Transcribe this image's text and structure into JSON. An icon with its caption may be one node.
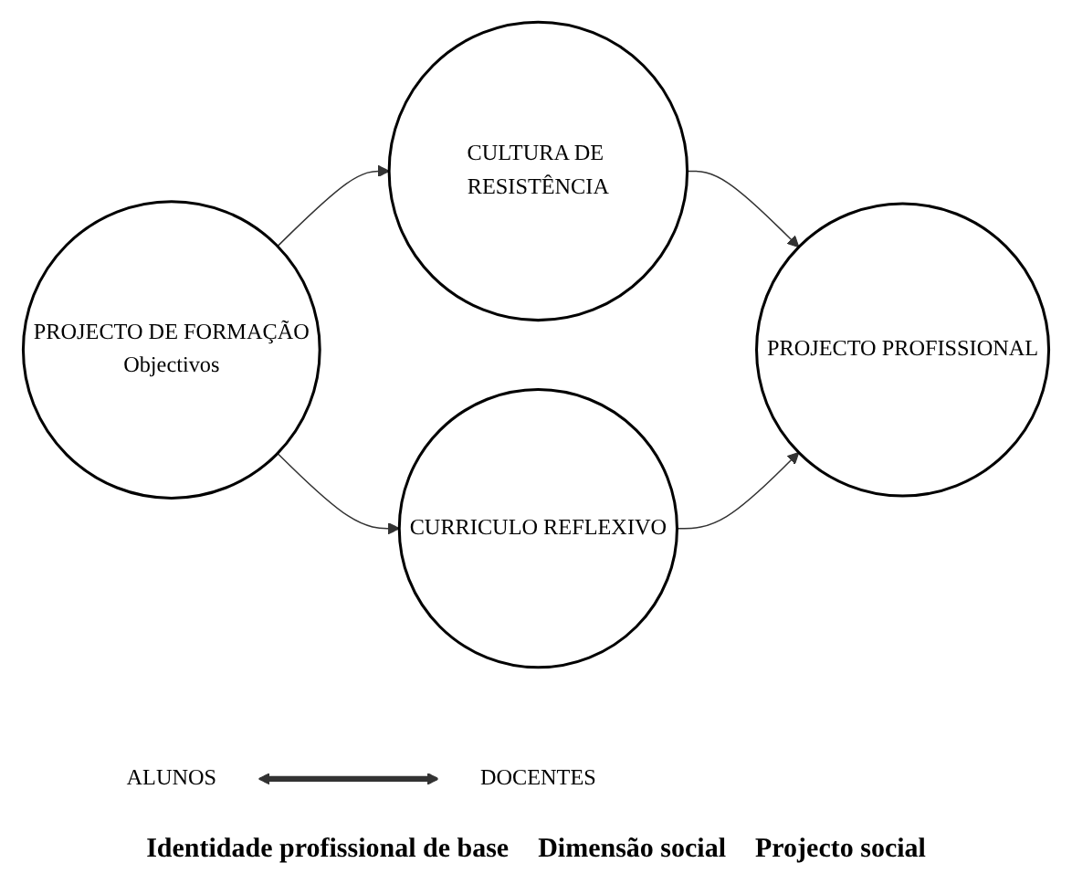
{
  "diagram": {
    "nodes": [
      {
        "text": [
          "ALUNOS"
        ]
      },
      {
        "text": [
          "CULTURA DE RESISTÊNCIA"
        ]
      },
      {
        "text": [
          "PROJECTO DE FORMAÇÃO",
          "Objectivos"
        ]
      },
      {
        "text": [
          "PROJECTO PROFISSIONAL"
        ]
      },
      {
        "text": [
          "CURRICULO REFLEXIVO"
        ]
      },
      {
        "text": [
          "DOCENTES"
        ]
      }
    ],
    "edges": [
      {
        "from": 0,
        "to": 5,
        "arrow": "both",
        "style": "thick"
      },
      {
        "from": 2,
        "to": 1,
        "arrow": "to"
      },
      {
        "from": 1,
        "to": 3,
        "arrow": "to"
      },
      {
        "from": 2,
        "to": 4,
        "arrow": "to"
      },
      {
        "from": 4,
        "to": 3,
        "arrow": "to"
      }
    ],
    "labels": [
      "Identidade profissional de base",
      "Dimensão social",
      "Projecto social"
    ]
  }
}
